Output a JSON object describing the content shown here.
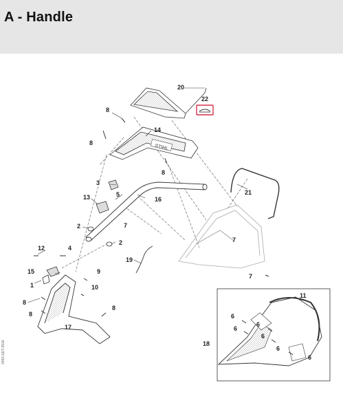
{
  "page": {
    "title": "A - Handle",
    "side_code": "3493-GET-0516"
  },
  "parts": [
    {
      "num": "20"
    },
    {
      "num": "22"
    },
    {
      "num": "8a"
    },
    {
      "num": "14"
    },
    {
      "num": "8b"
    },
    {
      "num": "3"
    },
    {
      "num": "5"
    },
    {
      "num": "16"
    },
    {
      "num": "21"
    },
    {
      "num": "13"
    },
    {
      "num": "2a"
    },
    {
      "num": "7a"
    },
    {
      "num": "2b"
    },
    {
      "num": "7b"
    },
    {
      "num": "12"
    },
    {
      "num": "4"
    },
    {
      "num": "19"
    },
    {
      "num": "15"
    },
    {
      "num": "9"
    },
    {
      "num": "1"
    },
    {
      "num": "10"
    },
    {
      "num": "8c"
    },
    {
      "num": "8d"
    },
    {
      "num": "8e"
    },
    {
      "num": "17"
    },
    {
      "num": "7c"
    },
    {
      "num": "11"
    },
    {
      "num": "18"
    },
    {
      "num": "6"
    }
  ],
  "labels": {
    "p20": "20",
    "p22": "22",
    "p8a": "8",
    "p14": "14",
    "p8b": "8",
    "p8c": "8",
    "p3": "3",
    "p5": "5",
    "p16": "16",
    "p21": "21",
    "p13": "13",
    "p2a": "2",
    "p7a": "7",
    "p2b": "2",
    "p7b": "7",
    "p12": "12",
    "p4": "4",
    "p19": "19",
    "p15": "15",
    "p9": "9",
    "p1": "1",
    "p10": "10",
    "p8d": "8",
    "p8e": "8",
    "p8f": "8",
    "p17": "17",
    "p7c": "7",
    "p11": "11",
    "p18": "18",
    "p6a": "6",
    "p6b": "6",
    "p6c": "6",
    "p6d": "6",
    "p6e": "6",
    "p6f": "6",
    "brand": "STIHL"
  },
  "colors": {
    "highlight": "#d9304a",
    "header_bg": "#e6e6e6",
    "line": "#333333",
    "faint": "#9a9a9a"
  }
}
